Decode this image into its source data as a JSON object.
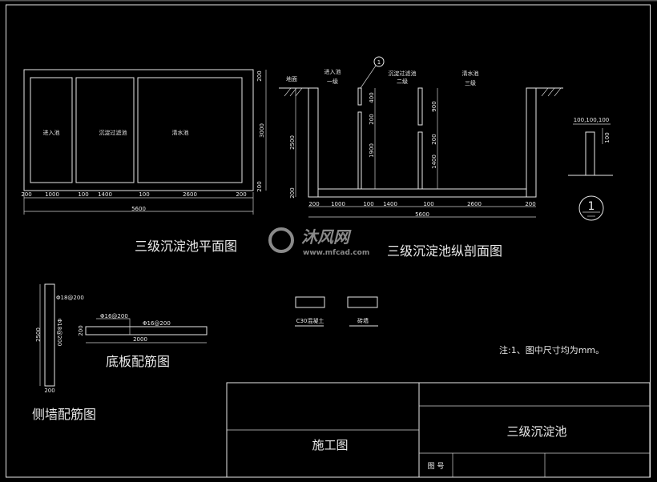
{
  "plan": {
    "title": "三级沉淀池平面图",
    "rooms": [
      "进入池",
      "沉淀过滤池",
      "清水池"
    ],
    "dims": [
      "200",
      "1000",
      "100",
      "1400",
      "100",
      "2600",
      "200"
    ],
    "total": "5600",
    "vdims": [
      "200",
      "3000",
      "200"
    ]
  },
  "section": {
    "title": "三级沉淀池纵剖面图",
    "ground": "地面",
    "stages": [
      {
        "name": "进入池",
        "level": "一级"
      },
      {
        "name": "沉淀过滤池",
        "level": "二级"
      },
      {
        "name": "清水池",
        "level": "三级"
      }
    ],
    "marker": "1",
    "depth": "2500",
    "slab": "200",
    "baffle1": [
      "400",
      "200",
      "1900"
    ],
    "baffle2": [
      "900",
      "200",
      "1400"
    ],
    "dims": [
      "200",
      "1000",
      "100",
      "1400",
      "100",
      "2600",
      "200"
    ],
    "total": "5600"
  },
  "detail": {
    "top_dims": "100,100,100",
    "side_dim": "100",
    "marker": "1"
  },
  "rebar": {
    "wall_title": "侧墙配筋图",
    "wall_bar_h": "Φ18@200",
    "wall_bar_v": "Φ18@200",
    "wall_height": "2500",
    "wall_thick": "200",
    "slab_title": "底板配筋图",
    "slab_bar_1": "Φ16@200",
    "slab_bar_2": "Φ16@200",
    "slab_thick": "200",
    "slab_length": "2000"
  },
  "legend": {
    "concrete": "C30混凝土",
    "brick": "砖墙"
  },
  "note": "注:1、图中尺寸均为mm。",
  "title_block": {
    "stage": "施工图",
    "project": "三级沉淀池",
    "drawing_no_label": "图 号"
  },
  "watermark": {
    "brand": "沐风网",
    "url": "www.mfcad.com"
  }
}
